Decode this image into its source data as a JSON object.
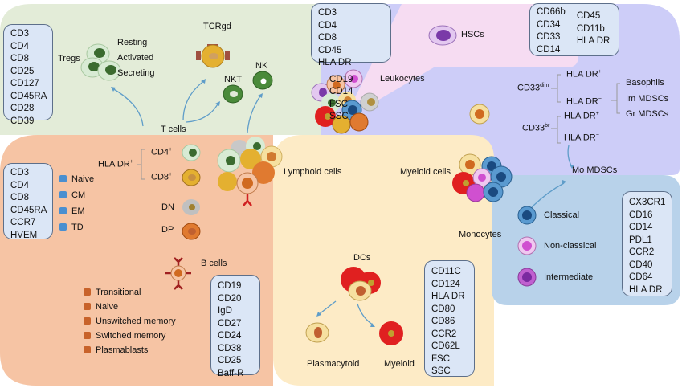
{
  "colors": {
    "green_region": "#e3ecd8",
    "peach_region": "#f6c4a4",
    "cream_region": "#fdebc6",
    "lavender_region": "#cdcdf8",
    "pink_region": "#f6dcf2",
    "blue_region": "#b8d2ea",
    "marker_box_fill": "#dbe6f6",
    "marker_box_border": "#5d6f8a",
    "arrow": "#5f9dc9",
    "t_subset_square": "#4a8fd0",
    "b_subset_square": "#c8622a"
  },
  "tcells": {
    "label": "T cells",
    "markers": [
      "CD3",
      "CD4",
      "CD8",
      "CD25",
      "CD127",
      "CD45RA",
      "CD28",
      "CD39"
    ],
    "tregs": {
      "label": "Tregs",
      "states": [
        "Resting",
        "Activated",
        "Secreting"
      ]
    },
    "tcrgd": "TCRgd",
    "nkt": "NKT",
    "nk": "NK"
  },
  "leukocytes": {
    "label": "Leukocytes",
    "markers_col1": [
      "CD3",
      "CD4",
      "CD8",
      "CD45",
      "HLA DR"
    ],
    "markers_col2": [
      "CD19",
      "CD14",
      "FSC",
      "SSC"
    ]
  },
  "hscs": {
    "label": "HSCs"
  },
  "mdsc": {
    "markers_col1": [
      "CD66b",
      "CD34",
      "CD33",
      "CD14"
    ],
    "markers_col2": [
      "CD45",
      "CD11b",
      "HLA DR"
    ],
    "cd33dim": {
      "base": "CD33",
      "sup": "dim"
    },
    "cd33br": {
      "base": "CD33",
      "sup": "br"
    },
    "hla_pos": {
      "base": "HLA DR",
      "sup": "+"
    },
    "hla_neg": {
      "base": "HLA DR",
      "sup": "−"
    },
    "subtypes": [
      "Basophils",
      "Im MDSCs",
      "Gr MDSCs"
    ],
    "mo_mdscs": "Mo MDSCs"
  },
  "lymphoid": {
    "label": "Lymphoid cells",
    "hla_dr": {
      "base": "HLA DR",
      "sup": "+"
    },
    "cd4": {
      "base": "CD4",
      "sup": "+"
    },
    "cd8": {
      "base": "CD8",
      "sup": "+"
    },
    "dn": "DN",
    "dp": "DP",
    "markers": [
      "CD3",
      "CD4",
      "CD8",
      "CD45RA",
      "CCR7",
      "HVEM"
    ],
    "t_subsets": [
      "Naive",
      "CM",
      "EM",
      "TD"
    ]
  },
  "bcells": {
    "label": "B cells",
    "subsets": [
      "Transitional",
      "Naive",
      "Unswitched memory",
      "Switched memory",
      "Plasmablasts"
    ],
    "markers": [
      "CD19",
      "CD20",
      "IgD",
      "CD27",
      "CD24",
      "CD38",
      "CD25",
      "Baff-R"
    ]
  },
  "myeloid": {
    "label": "Myeloid cells",
    "dcs": {
      "label": "DCs",
      "plasmacytoid": "Plasmacytoid",
      "myeloid": "Myeloid",
      "markers": [
        "CD11C",
        "CD124",
        "HLA DR",
        "CD80",
        "CD86",
        "CCR2",
        "CD62L",
        "FSC",
        "SSC"
      ]
    }
  },
  "monocytes": {
    "label": "Monocytes",
    "subsets": [
      "Classical",
      "Non-classical",
      "Intermediate"
    ],
    "markers": [
      "CX3CR1",
      "CD16",
      "CD14",
      "PDL1",
      "CCR2",
      "CD40",
      "CD64",
      "HLA DR"
    ]
  }
}
